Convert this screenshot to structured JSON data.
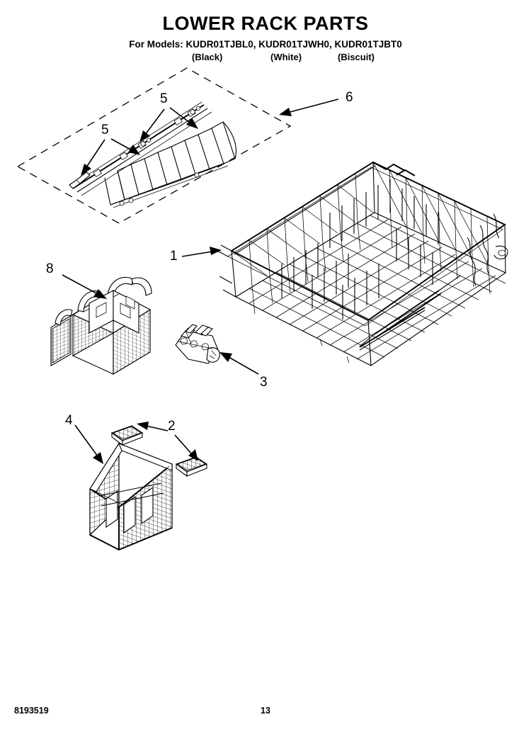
{
  "header": {
    "title": "LOWER RACK PARTS",
    "models_line": "For Models: KUDR01TJBL0, KUDR01TJWH0, KUDR01TJBT0",
    "colors": [
      "(Black)",
      "(White)",
      "(Biscuit)"
    ]
  },
  "callouts": [
    {
      "id": "1",
      "label": "1",
      "target": "lower-dish-rack"
    },
    {
      "id": "2",
      "label": "2",
      "target": "small-mesh-cover"
    },
    {
      "id": "3",
      "label": "3",
      "target": "tine-clip-retainer"
    },
    {
      "id": "4",
      "label": "4",
      "target": "tall-mesh-basket"
    },
    {
      "id": "5a",
      "label": "5",
      "target": "fold-down-tine-row"
    },
    {
      "id": "5b",
      "label": "5",
      "target": "fold-down-tine-row"
    },
    {
      "id": "6",
      "label": "6",
      "target": "detail-callout-box"
    },
    {
      "id": "8",
      "label": "8",
      "target": "silverware-basket"
    }
  ],
  "footer": {
    "doc_number": "8193519",
    "page_number": "13"
  },
  "colors": {
    "ink": "#000000",
    "page": "#ffffff"
  }
}
